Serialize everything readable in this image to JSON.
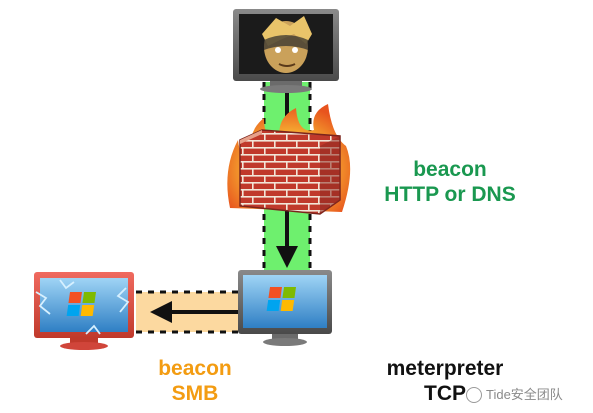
{
  "labels": {
    "beacon_http_dns_line1": "beacon",
    "beacon_http_dns_line2": "HTTP or DNS",
    "beacon_smb_line1": "beacon",
    "beacon_smb_line2": "SMB",
    "meterpreter_line1": "meterpreter",
    "meterpreter_line2": "TCP"
  },
  "watermark": "Tide安全团队",
  "colors": {
    "green_channel": "#6ef06e",
    "orange_channel": "#fcd9a0",
    "beacon_green_text": "#1a9850",
    "beacon_orange_text": "#f39c12",
    "firewall_brick": "#c0392b",
    "flame": "#f5a623",
    "compromised_monitor": "#e74c3c"
  },
  "icons": [
    "attacker-monitor-icon",
    "firewall-icon",
    "pivot-windows-monitor-icon",
    "target-windows-monitor-icon",
    "windows-logo-icon",
    "arrow-down-icon",
    "arrow-left-icon",
    "wechat-icon"
  ]
}
